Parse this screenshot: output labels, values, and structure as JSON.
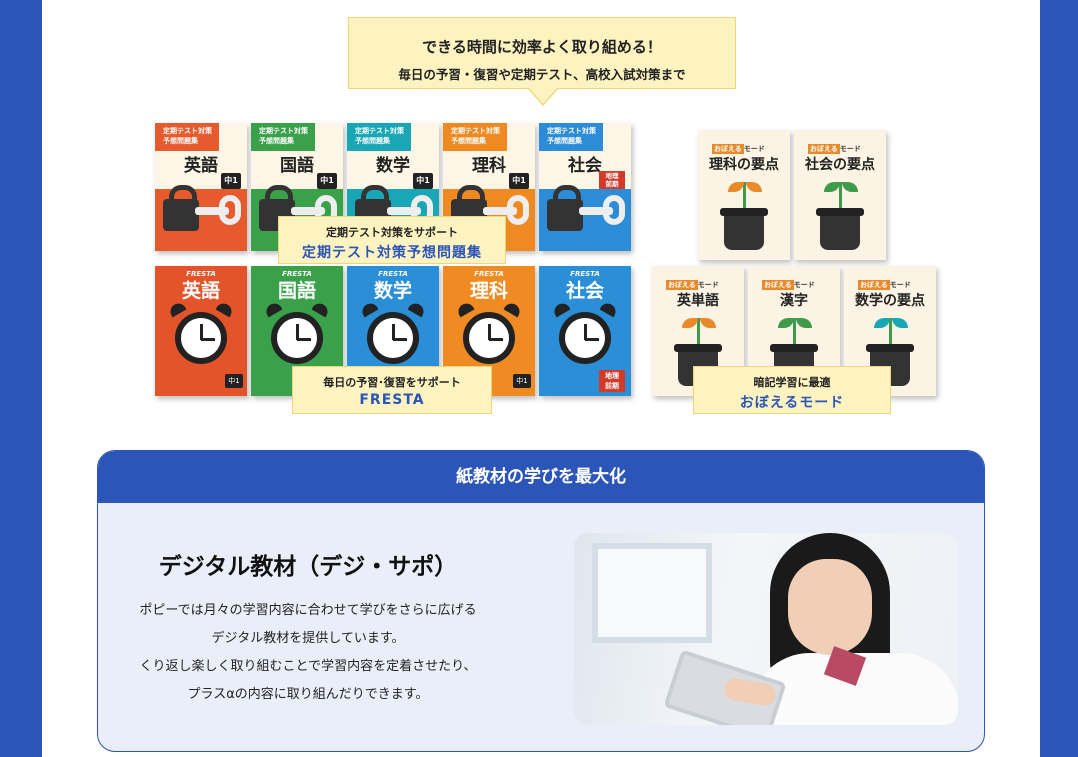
{
  "bubble": {
    "line1": "できる時間に効率よく取り組める！",
    "line2": "毎日の予習・復習や定期テスト、高校入試対策まで"
  },
  "yosou": {
    "series": "定期テスト対策\n予想問題集",
    "grade": "中1",
    "books": [
      {
        "subject": "英語",
        "color": "#e65a2e",
        "header": "#e65a2e"
      },
      {
        "subject": "国語",
        "color": "#3aa14a",
        "header": "#3aa14a"
      },
      {
        "subject": "数学",
        "color": "#1aa7b5",
        "header": "#1aa7b5"
      },
      {
        "subject": "理科",
        "color": "#ef8a22",
        "header": "#ef8a22"
      },
      {
        "subject": "社会",
        "color": "#2c8cd8",
        "header": "#2c8cd8"
      }
    ],
    "shakai_badge": "地理\n前期",
    "label_small": "定期テスト対策をサポート",
    "label_big": "定期テスト対策予想問題集"
  },
  "fresta": {
    "logo": "FRESTA",
    "books": [
      {
        "subject": "英語",
        "color": "#e4542b"
      },
      {
        "subject": "国語",
        "color": "#3aa14a"
      },
      {
        "subject": "数学",
        "color": "#2a8fd6"
      },
      {
        "subject": "理科",
        "color": "#f08a22"
      },
      {
        "subject": "社会",
        "color": "#2a8fd6"
      }
    ],
    "grade": "中1",
    "geo_badge": "地理\n前期",
    "label_small": "毎日の予習･復習をサポート",
    "label_big": "FRESTA"
  },
  "oboeru": {
    "mode_pre": "おぼえる",
    "mode_post": "モード",
    "books": [
      {
        "subject": "理科の要点",
        "leaf": "#e8892a"
      },
      {
        "subject": "社会の要点",
        "leaf": "#3f9a4a"
      },
      {
        "subject": "英単語",
        "leaf": "#e8892a"
      },
      {
        "subject": "漢字",
        "leaf": "#3f9a4a"
      },
      {
        "subject": "数学の要点",
        "leaf": "#1aa7b5"
      }
    ],
    "label_small": "暗記学習に最適",
    "label_big": "おぼえるモード"
  },
  "digital": {
    "header": "紙教材の学びを最大化",
    "title": "デジタル教材（デジ・サポ）",
    "lines": [
      "ポピーでは月々の学習内容に合わせて学びをさらに広げる",
      "デジタル教材を提供しています。",
      "くり返し楽しく取り組むことで学習内容を定着させたり、",
      "プラスαの内容に取り組んだりできます。"
    ]
  },
  "colors": {
    "brand_blue": "#2b55b8",
    "label_bg": "#fdf3c0"
  }
}
